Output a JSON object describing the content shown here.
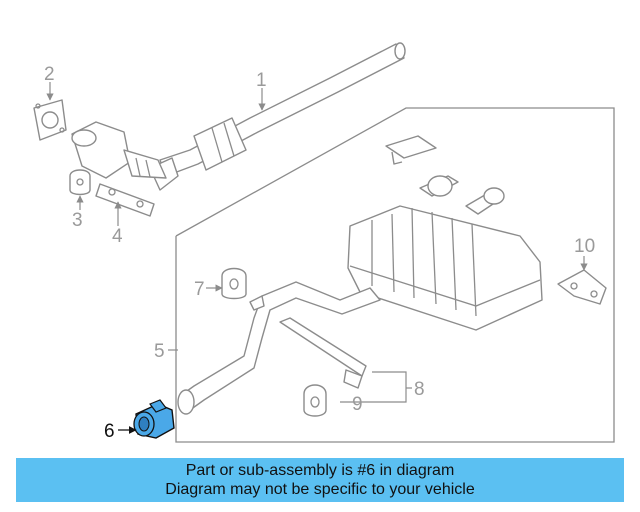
{
  "callouts": {
    "c1": "1",
    "c2": "2",
    "c3": "3",
    "c4": "4",
    "c5": "5",
    "c6": "6",
    "c7": "7",
    "c8": "8",
    "c9": "9",
    "c10": "10"
  },
  "highlighted_part": "6",
  "colors": {
    "highlight": "#4aa8e8",
    "banner": "#5bc0f2",
    "line": "#8c8c8c"
  },
  "banner": {
    "line1": "Part or sub-assembly is #6 in diagram",
    "line2": "Diagram may not be specific to your vehicle"
  }
}
